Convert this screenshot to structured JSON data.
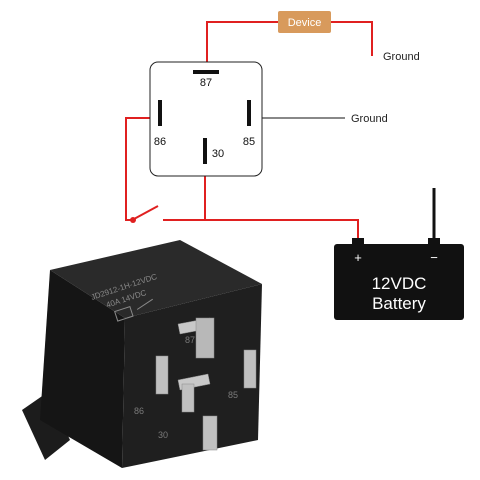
{
  "colors": {
    "wire_positive": "#e02020",
    "wire_ground": "#888888",
    "device_fill": "#d89a5c",
    "battery_fill": "#111111",
    "relay_body": "#1a1a1a",
    "pin_metal": "#c8c8c8"
  },
  "device": {
    "label": "Device"
  },
  "grounds": {
    "device_ground": "Ground",
    "pin85_ground": "Ground"
  },
  "relay_diagram": {
    "pins": {
      "p87": "87",
      "p86": "86",
      "p85": "85",
      "p30": "30"
    }
  },
  "battery": {
    "plus": "+",
    "minus": "−",
    "voltage": "12VDC",
    "label": "Battery"
  },
  "relay_photo": {
    "model_line": "JD2912-1H-12VDC",
    "rating_line": "40A  14VDC",
    "pin_labels": [
      "87",
      "85",
      "86",
      "30"
    ]
  },
  "icons": {
    "switch": "switch-icon"
  }
}
